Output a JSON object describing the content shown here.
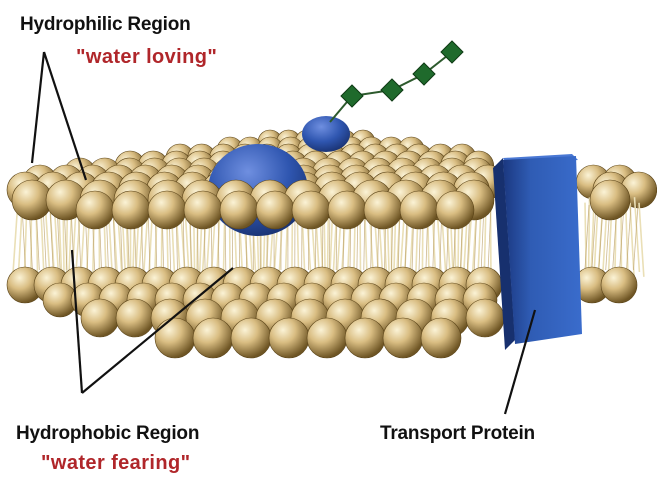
{
  "labels": {
    "hydrophilic_title": "Hydrophilic Region",
    "hydrophilic_subtitle": "\"water loving\"",
    "hydrophobic_title": "Hydrophobic Region",
    "hydrophobic_subtitle": "\"water fearing\"",
    "transport_protein": "Transport Protein"
  },
  "colors": {
    "head_light": "#f7ecc6",
    "head_mid": "#c9aa6e",
    "head_dark": "#6e5524",
    "tail": "#eadfb6",
    "protein": "#2f5cb4",
    "protein_dark": "#1b3880",
    "sugar_chain": "#1f6a2c",
    "subtitle_red": "#b0262a"
  },
  "icons": {
    "phospholipid_head": "sphere",
    "sugar_unit": "diamond",
    "protein": "blue-slab"
  }
}
